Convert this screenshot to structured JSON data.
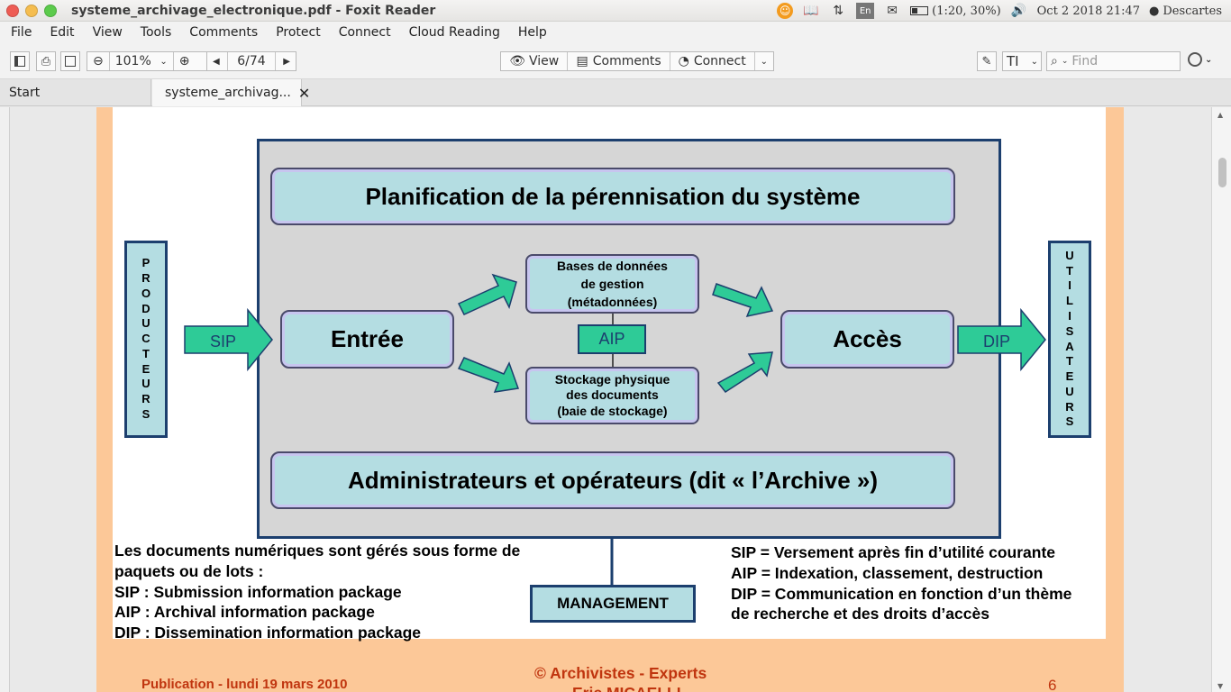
{
  "window": {
    "title": "systeme_archivage_electronique.pdf - Foxit Reader"
  },
  "tray": {
    "lang": "En",
    "battery": "(1:20, 30%)",
    "datetime": "Oct  2 2018 21:47",
    "user": "Descartes"
  },
  "menu": [
    "File",
    "Edit",
    "View",
    "Tools",
    "Comments",
    "Protect",
    "Connect",
    "Cloud Reading",
    "Help"
  ],
  "toolbar": {
    "zoom": "101%",
    "page": "6/74",
    "view_label": "View",
    "comments_label": "Comments",
    "connect_label": "Connect",
    "find_placeholder": "Find"
  },
  "tabs": {
    "start": "Start",
    "doc": "systeme_archivag..."
  },
  "slide": {
    "planning": "Planification de la pérennisation du système",
    "admin": "Administrateurs et opérateurs (dit « l’Archive »)",
    "entree": "Entrée",
    "acces": "Accès",
    "bases": [
      "Bases de données",
      "de gestion",
      "(métadonnées)"
    ],
    "stockage": [
      "Stockage physique",
      "des documents",
      "(baie de stockage)"
    ],
    "aip": "AIP",
    "sip_arrow": "SIP",
    "dip_arrow": "DIP",
    "producteurs": [
      "P",
      "R",
      "O",
      "D",
      "U",
      "C",
      "T",
      "E",
      "U",
      "R",
      "S"
    ],
    "utilisateurs": [
      "U",
      "T",
      "I",
      "L",
      "I",
      "S",
      "A",
      "T",
      "E",
      "U",
      "R",
      "S"
    ],
    "management": "MANAGEMENT",
    "left_text": [
      "Les documents numériques sont gérés sous forme de",
      "paquets ou de lots :",
      "SIP : Submission information package",
      "AIP : Archival information package",
      "DIP : Dissemination information package"
    ],
    "right_text": [
      "SIP = Versement après fin d’utilité courante",
      "AIP = Indexation, classement, destruction",
      "DIP = Communication en fonction d’un thème",
      "de recherche et des droits d’accès"
    ]
  },
  "footer": {
    "publication": "Publication - lundi 19 mars 2010",
    "copyright": "© Archivistes - Experts",
    "author": "Eric MICAELLI",
    "page_number": "6"
  },
  "colors": {
    "page_bg": "#fcc898",
    "box_fill": "#b4dde2",
    "arrow_fill": "#2ecb97",
    "frame": "#1c3f6e",
    "footer_text": "#c0350f"
  }
}
